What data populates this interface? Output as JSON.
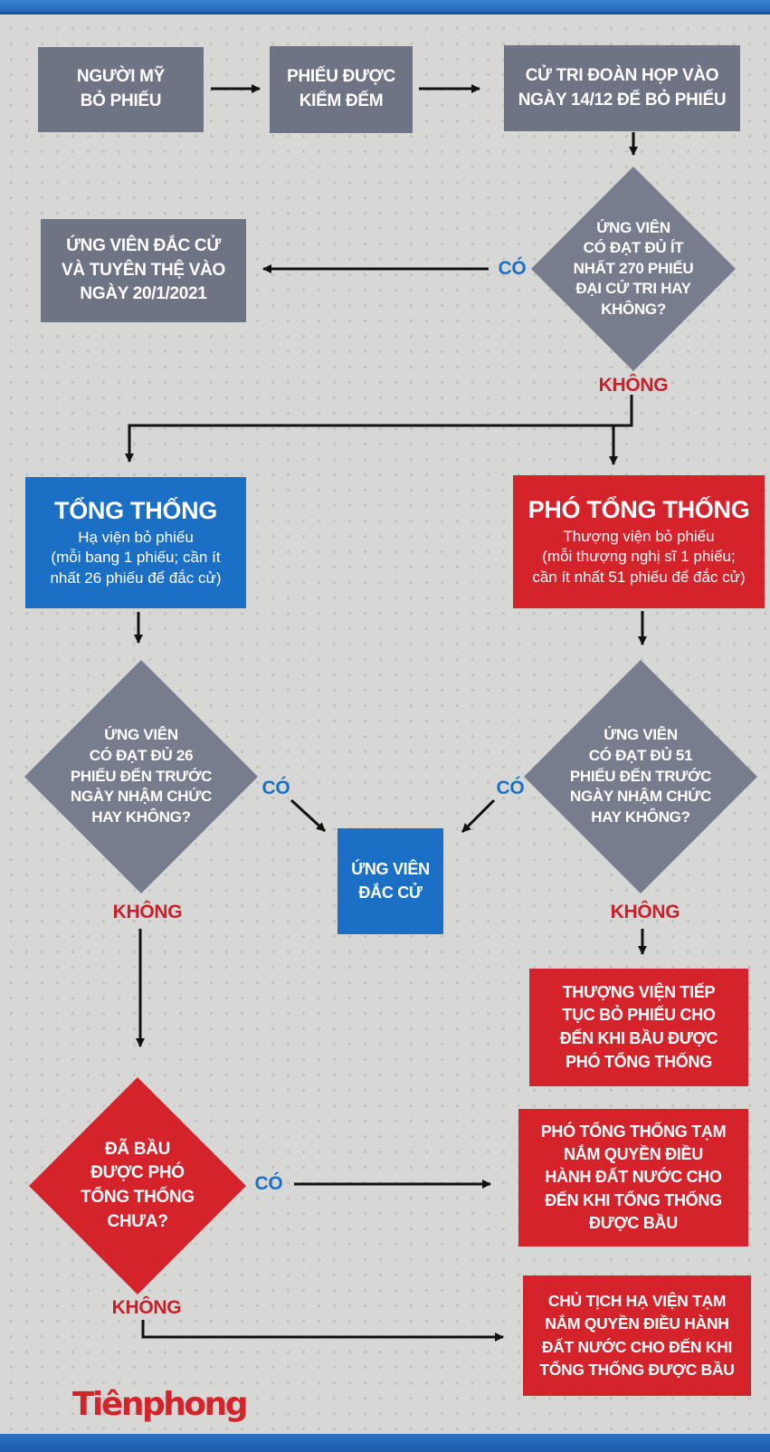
{
  "infographic": {
    "language": "vi",
    "topic": "US presidential election contingency flowchart",
    "colors": {
      "background": "#d7d7d5",
      "dot_pattern": "#c3c3c1",
      "gray_node": "#6f7485",
      "gray_diamond": "#787d8e",
      "blue_node": "#1b6fc5",
      "red_node": "#d4232b",
      "yes_label": "#1b6fc5",
      "no_label": "#c7202a",
      "bar_blue": "#2168b8",
      "arrow": "#111111"
    },
    "nodes": {
      "americans_vote": {
        "text": "NGƯỜI MỸ\nBỎ PHIẾU"
      },
      "votes_counted": {
        "text": "PHIẾU ĐƯỢC\nKIỂM ĐẾM"
      },
      "electoral_college_meets": {
        "text": "CỬ TRI ĐOÀN HỌP VÀO\nNGÀY 14/12 ĐỂ BỎ PHIẾU"
      },
      "q_270_votes": {
        "text": "ỨNG VIÊN\nCÓ ĐẠT ĐỦ ÍT\nNHẤT 270 PHIẾU\nĐẠI CỬ TRI HAY\nKHÔNG?"
      },
      "winner_sworn_in": {
        "text": "ỨNG VIÊN ĐẮC CỬ\nVÀ TUYÊN THỆ VÀO\nNGÀY 20/1/2021"
      },
      "president_house_vote": {
        "title": "TỔNG THỐNG",
        "subtitle": "Hạ viện bỏ phiếu\n(mỗi bang 1 phiếu; cần ít\nnhất 26 phiếu để đắc cử)"
      },
      "vice_president_senate_vote": {
        "title": "PHÓ TỔNG THỐNG",
        "subtitle": "Thượng viện bỏ phiếu\n(mỗi thượng nghị sĩ 1 phiếu;\ncần ít nhất 51 phiếu để đắc cử)"
      },
      "q_26_votes": {
        "text": "ỨNG VIÊN\nCÓ ĐẠT ĐỦ 26\nPHIẾU ĐẾN TRƯỚC\nNGÀY NHẬM CHỨC\nHAY KHÔNG?"
      },
      "q_51_votes": {
        "text": "ỨNG VIÊN\nCÓ ĐẠT ĐỦ 51\nPHIẾU ĐẾN TRƯỚC\nNGÀY NHẬM CHỨC\nHAY KHÔNG?"
      },
      "candidate_elected": {
        "text": "ỨNG VIÊN\nĐẮC CỬ"
      },
      "senate_keeps_voting": {
        "text": "THƯỢNG VIỆN TIẾP\nTỤC BỎ PHIẾU CHO\nĐẾN KHI BẦU ĐƯỢC\nPHÓ TỔNG THỐNG"
      },
      "q_vp_elected_yet": {
        "text": "ĐÃ BẦU\nĐƯỢC PHÓ\nTỔNG THỐNG\nCHƯA?"
      },
      "vp_acting_president": {
        "text": "PHÓ TỔNG THỐNG TẠM\nNẮM QUYỀN ĐIỀU\nHÀNH ĐẤT NƯỚC CHO\nĐẾN KHI TỔNG THỐNG\nĐƯỢC BẦU"
      },
      "house_speaker_acting": {
        "text": "CHỦ TỊCH HẠ VIỆN TẠM\nNẮM QUYỀN ĐIỀU HÀNH\nĐẤT NƯỚC CHO ĐẾN KHI\nTỔNG THỐNG ĐƯỢC BẦU"
      }
    },
    "labels": {
      "yes": "CÓ",
      "no": "KHÔNG"
    },
    "logo": {
      "text": "Tiênphong"
    }
  }
}
